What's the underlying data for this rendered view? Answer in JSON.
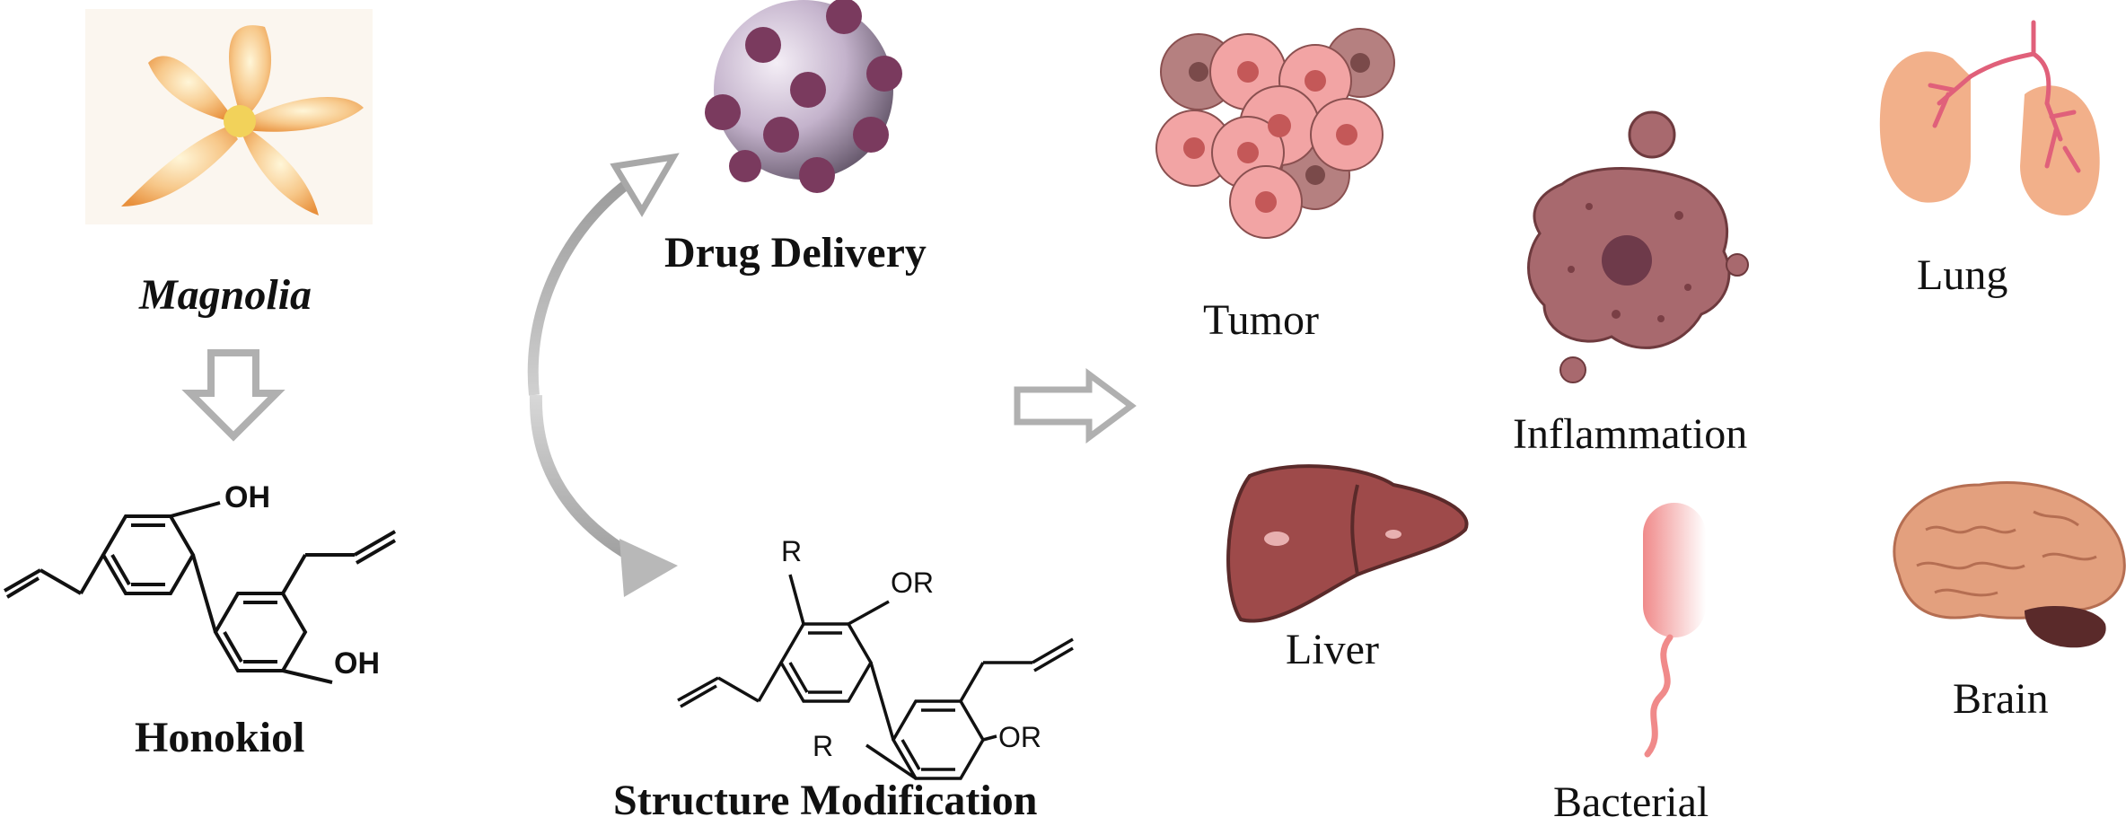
{
  "source": {
    "plant": "Magnolia",
    "compound": "Honokiol",
    "hydroxyl_label": "OH"
  },
  "strategies": {
    "drug_delivery": "Drug Delivery",
    "structure_modification": "Structure Modification",
    "substituent_r": "R",
    "substituent_or": "OR"
  },
  "applications": {
    "tumor": "Tumor",
    "inflammation": "Inflammation",
    "lung": "Lung",
    "liver": "Liver",
    "bacterial": "Bacterial",
    "brain": "Brain"
  },
  "colors": {
    "arrow_gray": "#b0b0b0",
    "tumor_pink": "#f0a0a0",
    "tumor_dark": "#b07878",
    "inflammation": "#a8696e",
    "lung": "#f2b08a",
    "lung_vessel": "#e0607a",
    "liver": "#9e4a4a",
    "bacterium": "#f4a0a0",
    "brain": "#e3a07e",
    "nanoparticle": "#c8b8cc",
    "nanoparticle_dot": "#7a3a5e"
  },
  "icons": [
    "magnolia-flower",
    "nanoparticle",
    "tumor-cells",
    "inflammation-cell",
    "lungs",
    "liver",
    "bacterium",
    "brain"
  ]
}
